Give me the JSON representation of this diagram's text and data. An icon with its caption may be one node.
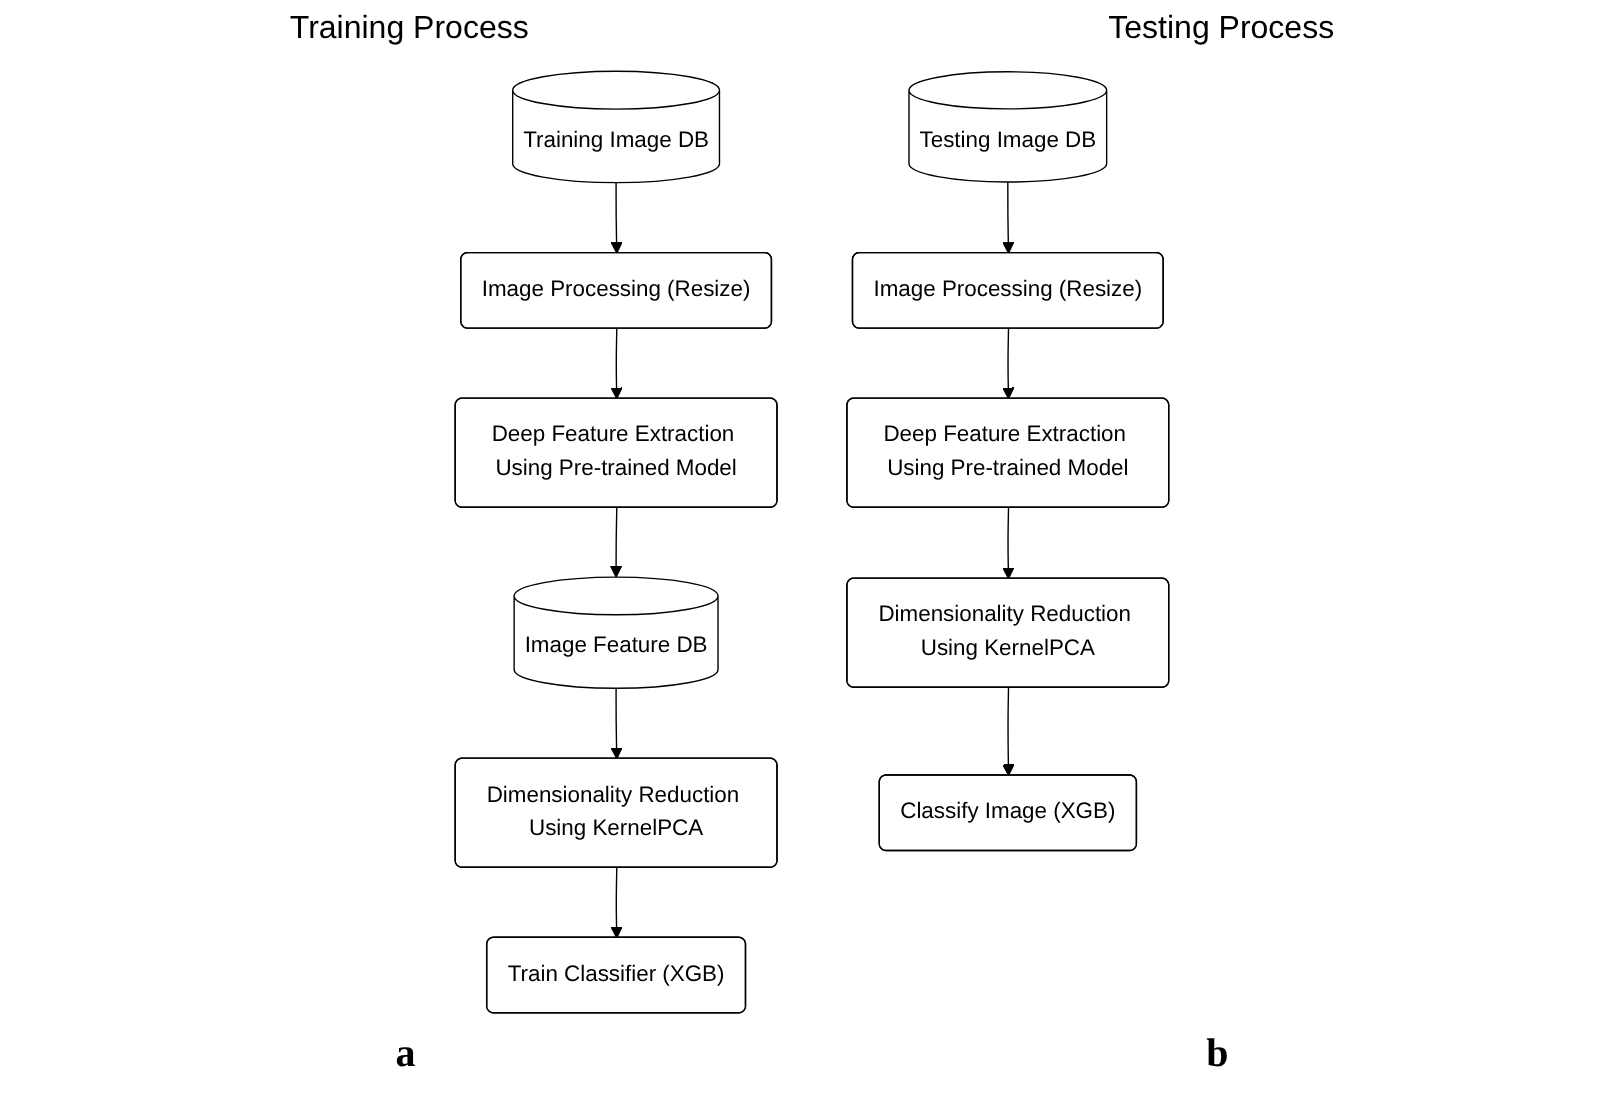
{
  "diagram": {
    "nodes": [
      {
        "text": [
          "Training Image DB"
        ]
      },
      {
        "text": [
          "Image Processing (Resize)"
        ]
      },
      {
        "text": [
          "Deep Feature Extraction Using Pre-trained Model"
        ]
      },
      {
        "text": [
          "Image Feature DB"
        ]
      },
      {
        "text": [
          "Dimensionality Reduction Using KernelPCA"
        ]
      },
      {
        "text": [
          "Train Classifier (XGB)"
        ]
      },
      {
        "text": [
          "Testing Image DB"
        ]
      },
      {
        "text": [
          "Image Processing (Resize)"
        ]
      },
      {
        "text": [
          "Deep Feature Extraction Using Pre-trained Model"
        ]
      },
      {
        "text": [
          "Dimensionality Reduction Using KernelPCA"
        ]
      },
      {
        "text": [
          "Classify Image (XGB)"
        ]
      }
    ],
    "edges": [
      {
        "from": 0,
        "to": 1,
        "arrow": "to"
      },
      {
        "from": 1,
        "to": 2,
        "arrow": "to"
      },
      {
        "from": 2,
        "to": 3,
        "arrow": "to"
      },
      {
        "from": 3,
        "to": 4,
        "arrow": "to"
      },
      {
        "from": 4,
        "to": 5,
        "arrow": "to"
      },
      {
        "from": 6,
        "to": 7,
        "arrow": "to"
      },
      {
        "from": 7,
        "to": 8,
        "arrow": "to"
      },
      {
        "from": 8,
        "to": 9,
        "arrow": "to"
      },
      {
        "from": 9,
        "to": 10,
        "arrow": "to"
      }
    ],
    "labels": [
      "Training Process",
      "Testing Process",
      "a",
      "b"
    ]
  }
}
